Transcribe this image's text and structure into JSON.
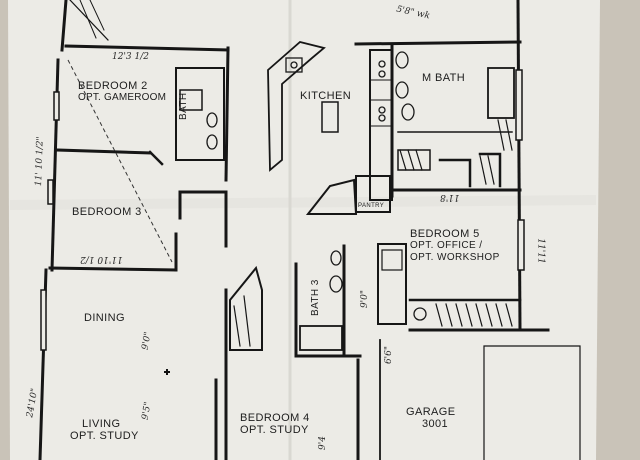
{
  "rooms": {
    "bedroom2": "BEDROOM 2",
    "bedroom2_sub": "OPT. GAMEROOM",
    "kitchen": "KITCHEN",
    "m_bath": "M BATH",
    "bath_left": "BATH",
    "bedroom3": "BEDROOM 3",
    "bedroom5": "BEDROOM 5",
    "bedroom5_sub1": "OPT. OFFICE /",
    "bedroom5_sub2": "OPT. WORKSHOP",
    "pantry": "PANTRY",
    "bath3": "BATH 3",
    "dining": "DINING",
    "living": "LIVING",
    "living_sub": "OPT. STUDY",
    "bedroom4": "BEDROOM 4",
    "bedroom4_sub": "OPT. STUDY",
    "garage": "GARAGE",
    "garage_sub": "3001"
  },
  "handwritten": {
    "bed2_width": "12'3 1/2",
    "mbath_dim": "5'8\" wk",
    "bed3_dim": "11' 10 1/2\"",
    "bed3_depth": "11'10 1/2",
    "living_dim": "24'10\"",
    "living_dim2": "9'5\"",
    "dining_dim": "9'0\"",
    "bed5_dim": "11'8",
    "bed4_dim": "9'4",
    "misc_1": "11'11",
    "misc_2": "9'0\"",
    "misc_3": "6'6\""
  }
}
